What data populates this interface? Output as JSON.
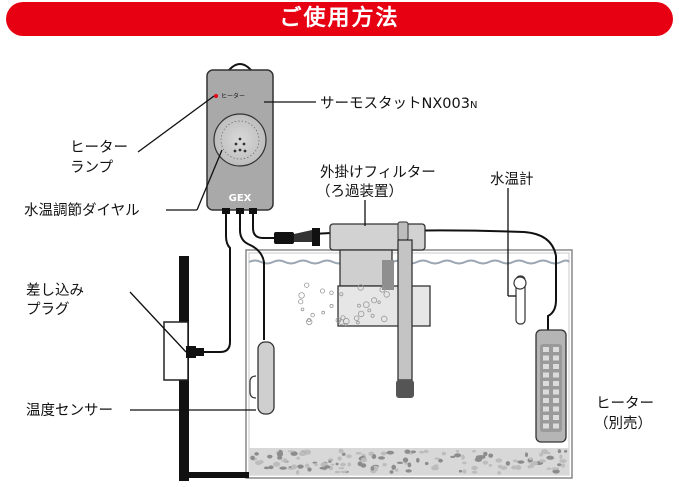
{
  "header": {
    "title": "ご使用方法"
  },
  "labels": {
    "thermostat_main": "サーモスタットNX003",
    "thermostat_suffix": "N",
    "heater_lamp_line1": "ヒーター",
    "heater_lamp_line2": "ランプ",
    "dial": "水温調節ダイヤル",
    "filter_line1": "外掛けフィルター",
    "filter_line2": "（ろ過装置）",
    "thermometer": "水温計",
    "plug_line1": "差し込み",
    "plug_line2": "プラグ",
    "sensor": "温度センサー",
    "heater_line1": "ヒーター",
    "heater_line2": "（別売）"
  },
  "device": {
    "brand": "GEX",
    "lamp_text": "ヒーター"
  },
  "colors": {
    "accent": "#e60012",
    "device_gray": "#a9a9a9",
    "water_line": "#9aa6b2",
    "ink": "#111111"
  }
}
